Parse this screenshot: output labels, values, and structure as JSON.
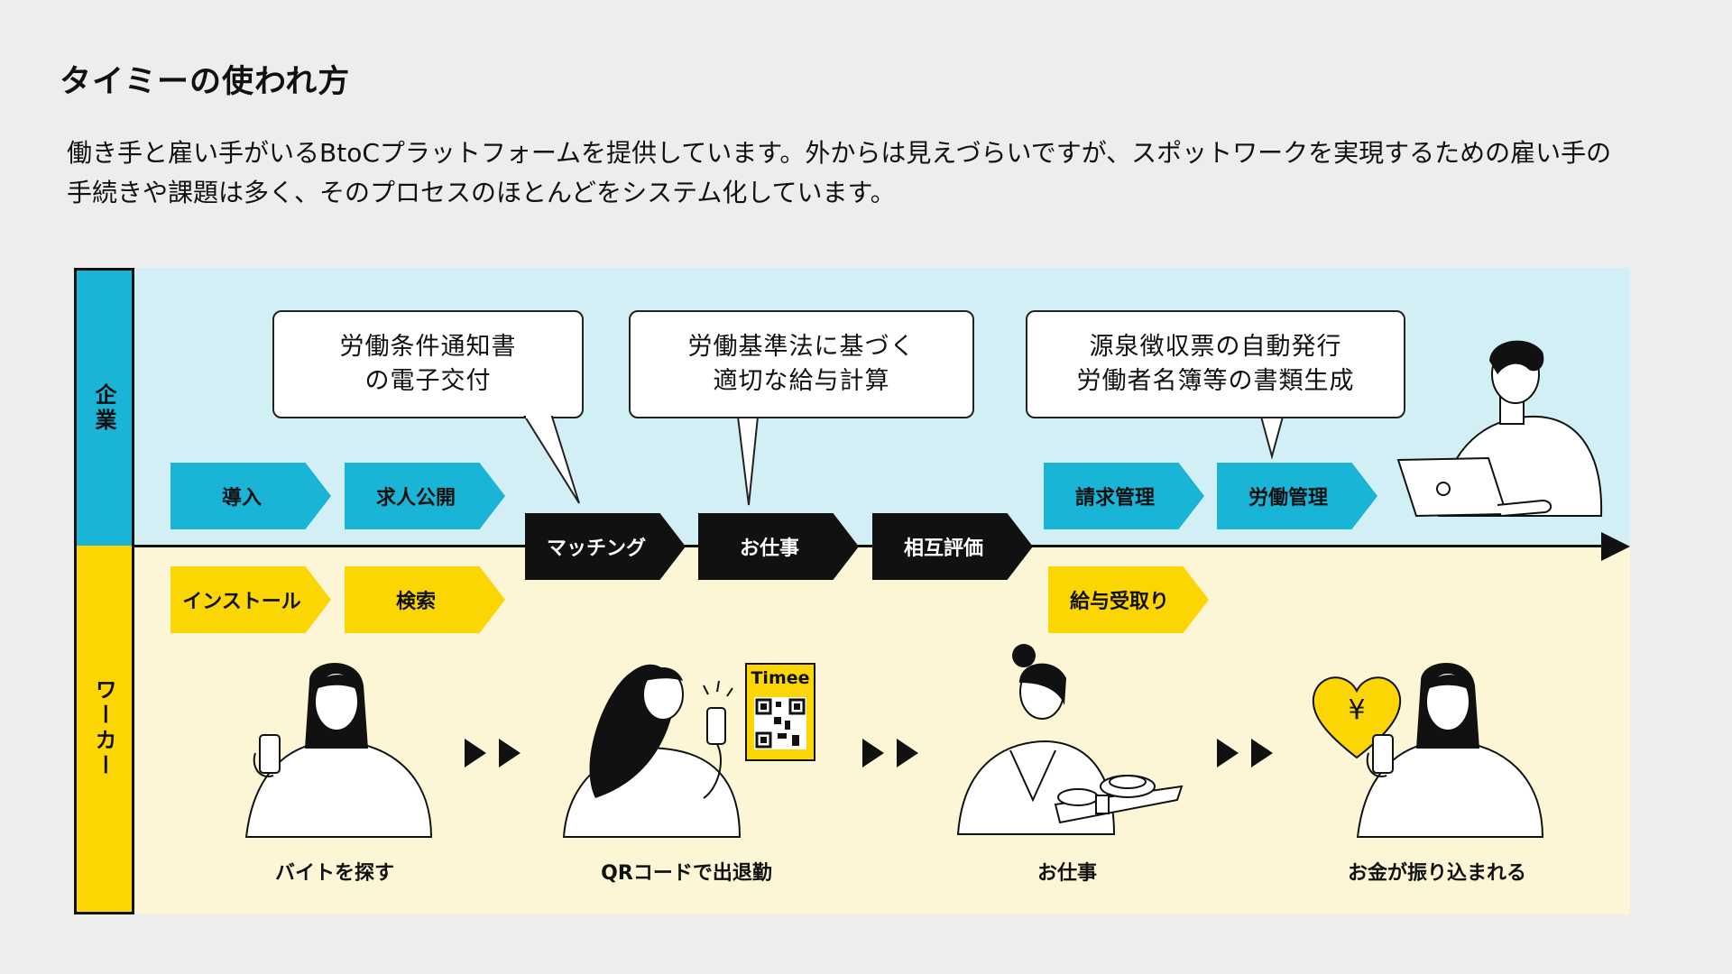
{
  "title": "タイミーの使われ方",
  "description": {
    "line1": "働き手と雇い手がいるBtoCプラットフォームを提供しています。外からは見えづらいですが、スポットワークを実現するための雇い手の",
    "line2": "手続きや課題は多く、そのプロセスのほとんどをシステム化しています。"
  },
  "lanes": {
    "company": "企業",
    "worker": "ワーカー"
  },
  "company_steps": [
    "導入",
    "求人公開",
    "請求管理",
    "労働管理"
  ],
  "shared_steps": [
    "マッチング",
    "お仕事",
    "相互評価"
  ],
  "worker_steps": [
    "インストール",
    "検索",
    "給与受取り"
  ],
  "bubbles": [
    {
      "line1": "労働条件通知書",
      "line2": "の電子交付"
    },
    {
      "line1": "労働基準法に基づく",
      "line2": "適切な給与計算"
    },
    {
      "line1": "源泉徴収票の自動発行",
      "line2": "労働者名簿等の書類生成"
    }
  ],
  "worker_scenes": [
    "バイトを探す",
    "QRコードで出退勤",
    "お仕事",
    "お金が振り込まれる"
  ],
  "qr_brand": "Timee",
  "heart_symbol": "¥",
  "colors": {
    "company_accent": "#1ab4d7",
    "worker_accent": "#fcd603",
    "company_band": "#d3eff6",
    "worker_band": "#fdf6d6",
    "shared_step": "#111111"
  }
}
